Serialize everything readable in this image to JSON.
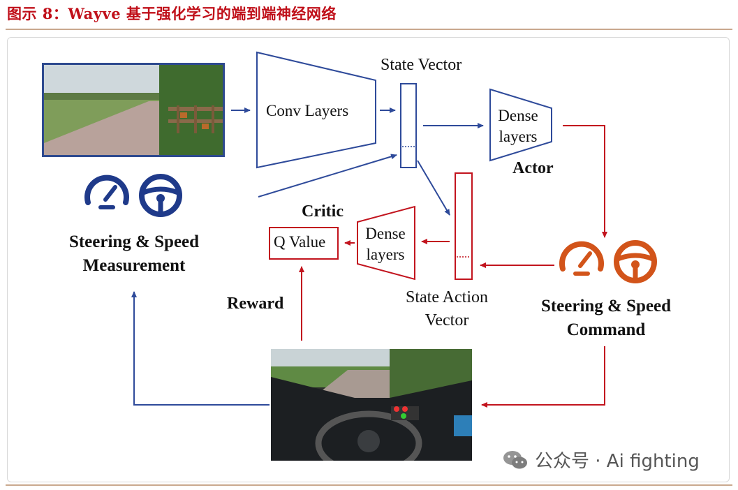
{
  "title": "图示 8：Wayve 基于强化学习的端到端神经网络",
  "diagram": {
    "conv_layers": "Conv Layers",
    "state_vector": "State Vector",
    "dense_actor": [
      "Dense",
      "layers"
    ],
    "actor": "Actor",
    "critic": "Critic",
    "q_value": "Q Value",
    "dense_critic": [
      "Dense",
      "layers"
    ],
    "state_action_vector": [
      "State Action",
      "Vector"
    ],
    "measurement": [
      "Steering & Speed",
      "Measurement"
    ],
    "command": [
      "Steering & Speed",
      "Command"
    ],
    "reward": "Reward"
  },
  "icons": {
    "measurement_color": "#1f3a8a",
    "command_color": "#d2541a"
  },
  "colors": {
    "blue_arrow": "#2e4a9a",
    "red_arrow": "#c2141e",
    "title": "#c0101a"
  },
  "watermark": {
    "text": "公众号 · Ai fighting"
  }
}
